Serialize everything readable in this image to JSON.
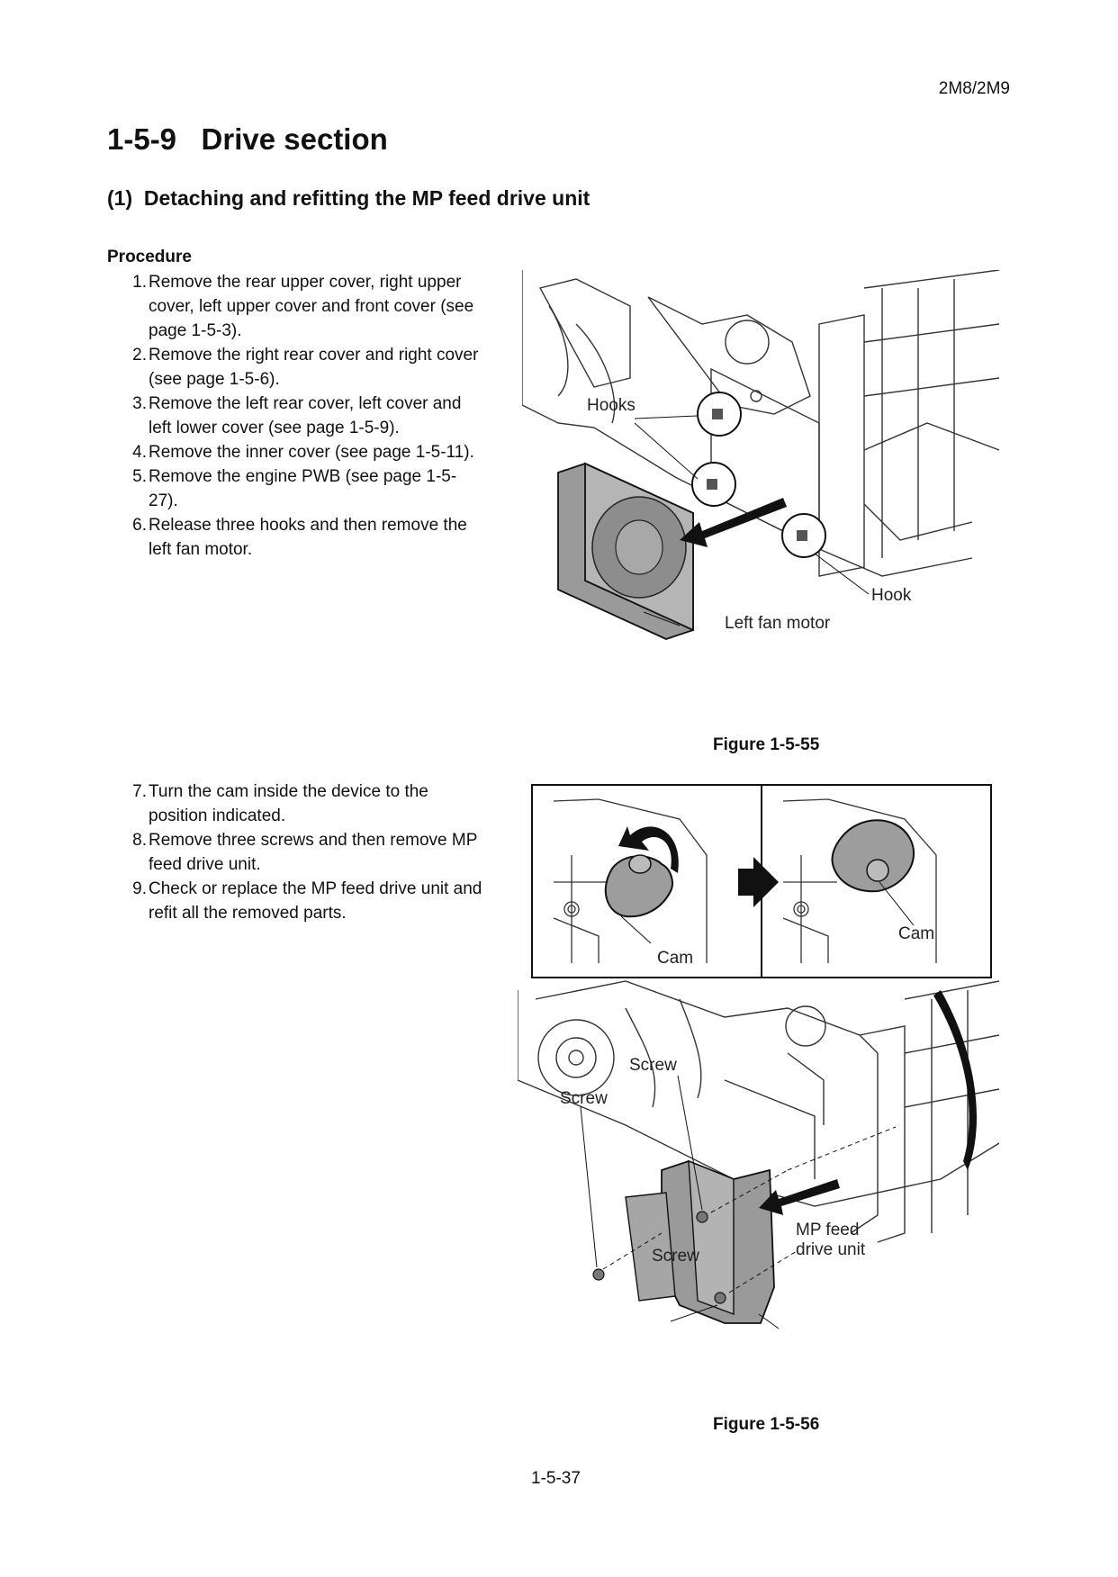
{
  "header": {
    "model": "2M8/2M9"
  },
  "section": {
    "title": "1-5-9   Drive section"
  },
  "subsection": {
    "title": "(1)  Detaching and refitting the MP feed drive unit"
  },
  "procedure": {
    "heading": "Procedure",
    "steps_a": [
      {
        "num": "1.",
        "text": "Remove the rear upper cover, right upper cover, left upper cover and front cover (see page 1-5-3)."
      },
      {
        "num": "2.",
        "text": "Remove the right rear cover and right cover (see page 1-5-6)."
      },
      {
        "num": "3.",
        "text": "Remove the left rear cover, left cover and left lower cover (see page 1-5-9)."
      },
      {
        "num": "4.",
        "text": "Remove the inner cover (see page 1-5-11)."
      },
      {
        "num": "5.",
        "text": "Remove the engine PWB (see page 1-5-27)."
      },
      {
        "num": "6.",
        "text": "Release three hooks and then remove the left fan motor."
      }
    ],
    "steps_b": [
      {
        "num": "7.",
        "text": "Turn the cam inside the device to the position indicated."
      },
      {
        "num": "8.",
        "text": "Remove three screws and then remove MP feed drive unit."
      },
      {
        "num": "9.",
        "text": "Check or replace the MP feed drive unit and refit all the removed parts."
      }
    ]
  },
  "figure_55": {
    "caption": "Figure 1-5-55",
    "labels": {
      "hooks": "Hooks",
      "hook": "Hook",
      "fan": "Left fan motor"
    }
  },
  "figure_56": {
    "caption": "Figure 1-5-56",
    "labels": {
      "cam_left": "Cam",
      "cam_right": "Cam",
      "screw_top": "Screw",
      "screw_left": "Screw",
      "screw_bottom": "Screw",
      "unit_line1": "MP feed",
      "unit_line2": "drive unit"
    }
  },
  "footer": {
    "page_number": "1-5-37"
  }
}
